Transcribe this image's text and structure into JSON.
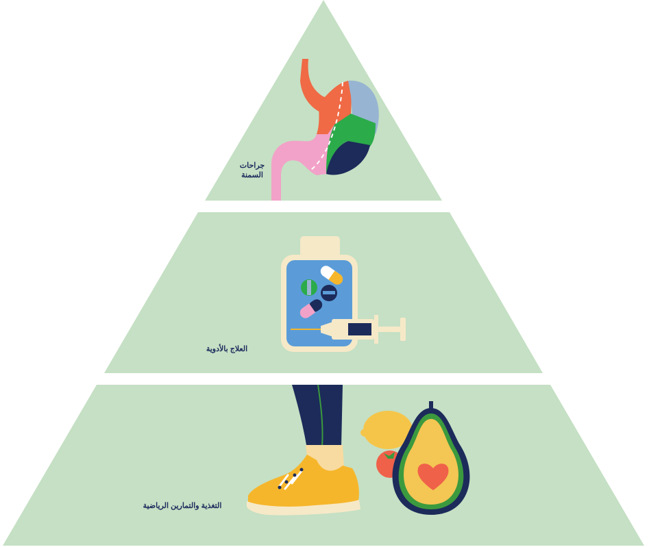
{
  "pyramid": {
    "tiers": [
      {
        "id": "top",
        "label_line1": "جراحات",
        "label_line2": "السمنة",
        "icon": "stomach-icon"
      },
      {
        "id": "middle",
        "label": "العلاج بالأدوية",
        "icon": "medicine-bottle-icon"
      },
      {
        "id": "bottom",
        "label": "التغذية والتمارين الرياضية",
        "icon": "sneaker-and-fruits-icon"
      }
    ]
  },
  "colors": {
    "tier_fill": "#c5e0c4",
    "label_text": "#1b2a5c",
    "stomach_orange": "#ef6a45",
    "stomach_blue": "#97b4d2",
    "stomach_green": "#2bab4a",
    "stomach_navy": "#1c2b5a",
    "stomach_pink": "#f2a2c8",
    "bottle_blue": "#5b9cd8",
    "cream": "#f6e9c8",
    "shoe_yellow": "#f6b62b",
    "avocado_dark": "#1c2b5a",
    "avocado_green": "#3c9a3e",
    "avocado_flesh": "#f4c653",
    "heart_red": "#f0614a"
  }
}
